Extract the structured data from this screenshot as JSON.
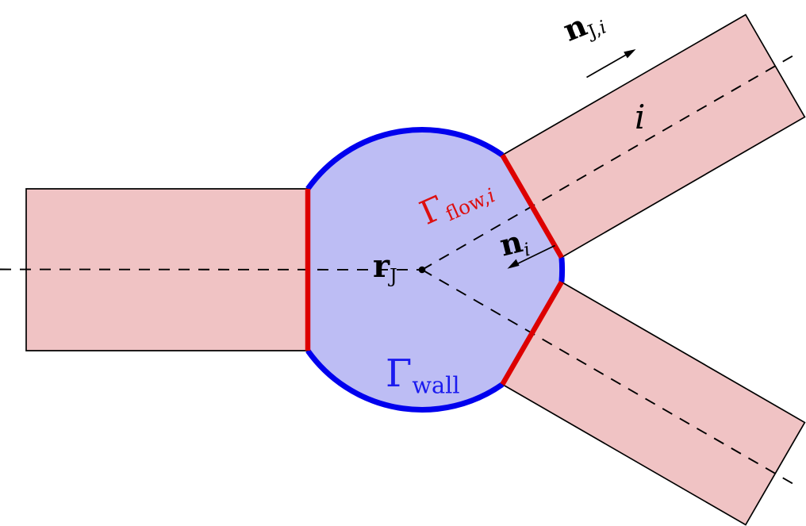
{
  "figure": {
    "description_labels_only": "junction-of-vessels diagram",
    "labels": {
      "junction_outward_normal": {
        "main": "n",
        "sub_roman": "J,",
        "sub_italic": "i"
      },
      "branch_index": {
        "text": "i"
      },
      "flow_interface": {
        "main": "Γ",
        "sub_roman": "flow,",
        "sub_italic": "i"
      },
      "inward_normal": {
        "main": "n",
        "sub_italic": "i"
      },
      "junction_center": {
        "main": "r",
        "sub_roman": "J"
      },
      "wall_interface": {
        "main": "Γ",
        "sub_roman": "wall"
      }
    }
  },
  "colors": {
    "channel_fill": "#f0c3c4",
    "junction_fill": "#bdbdf4",
    "wall_blue": "#0000ee",
    "flow_red": "#dd0000",
    "line_black": "#000000",
    "label_red": "#dd0f0f",
    "label_blue": "#1b1bef"
  }
}
